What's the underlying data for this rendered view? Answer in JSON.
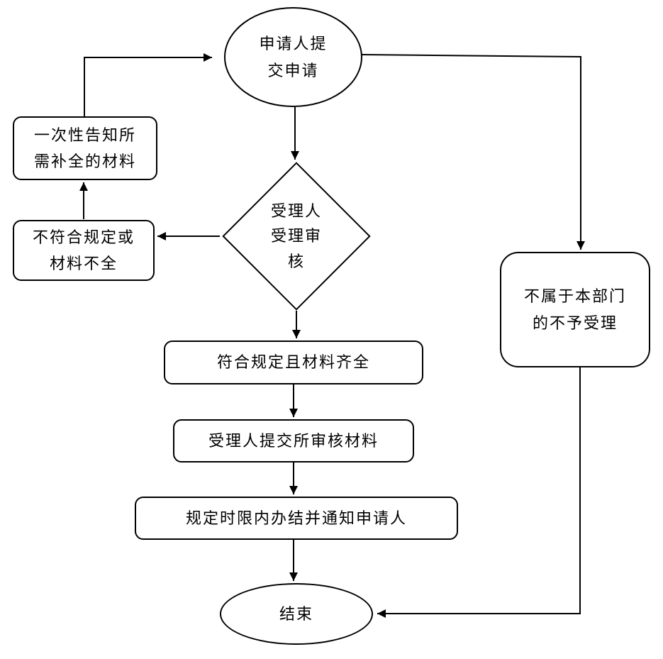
{
  "diagram": {
    "type": "flowchart",
    "colors": {
      "stroke": "#000000",
      "text": "#000000",
      "background": "#ffffff"
    },
    "nodes": {
      "start": {
        "shape": "ellipse",
        "label": "申请人提交申请"
      },
      "review": {
        "shape": "diamond",
        "label": "受理人受理审核"
      },
      "notify": {
        "shape": "rounded-rect",
        "label": "一次性告知所需补全的材料"
      },
      "incomplete": {
        "shape": "rounded-rect",
        "label": "不符合规定或材料不全"
      },
      "reject": {
        "shape": "rounded-rect",
        "label": "不属于本部门的不予受理"
      },
      "qualified": {
        "shape": "rounded-rect",
        "label": "符合规定且材料齐全"
      },
      "submit": {
        "shape": "rounded-rect",
        "label": "受理人提交所审核材料"
      },
      "conclude": {
        "shape": "rounded-rect",
        "label": "规定时限内办结并通知申请人"
      },
      "end": {
        "shape": "ellipse",
        "label": "结束"
      }
    },
    "edges": [
      {
        "from": "start",
        "to": "review"
      },
      {
        "from": "review",
        "to": "incomplete"
      },
      {
        "from": "incomplete",
        "to": "notify"
      },
      {
        "from": "notify",
        "to": "start"
      },
      {
        "from": "start",
        "to": "reject"
      },
      {
        "from": "review",
        "to": "qualified"
      },
      {
        "from": "qualified",
        "to": "submit"
      },
      {
        "from": "submit",
        "to": "conclude"
      },
      {
        "from": "conclude",
        "to": "end"
      },
      {
        "from": "reject",
        "to": "end"
      }
    ]
  }
}
